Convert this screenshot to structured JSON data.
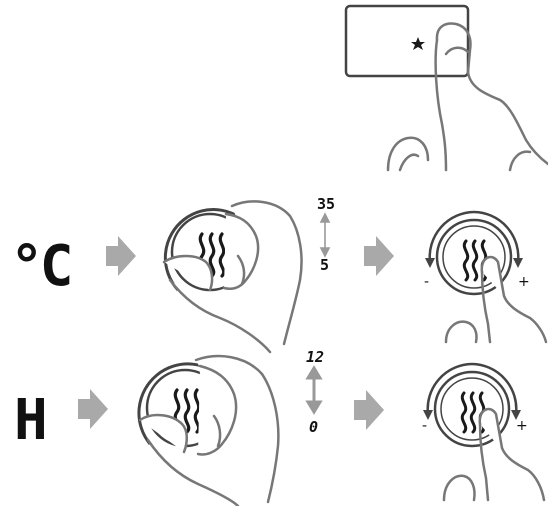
{
  "colors": {
    "line": "#777777",
    "ink": "#111111",
    "arrow": "#a9a9a9",
    "icon": "#1a1a1a",
    "background": "#ffffff"
  },
  "icons": {
    "night_mode": "crescent-moon-star-icon",
    "heating": "heat-waves-icon",
    "step": "right-arrow-icon",
    "range": "double-arrow-icon"
  },
  "displays": {
    "temperature_mode": "°C",
    "hours_mode": "H"
  },
  "ranges": {
    "temperature": {
      "max": "35",
      "min": "5"
    },
    "hours": {
      "max": "12",
      "min": "0"
    }
  },
  "dial_labels": {
    "minus": "-",
    "plus": "+"
  }
}
